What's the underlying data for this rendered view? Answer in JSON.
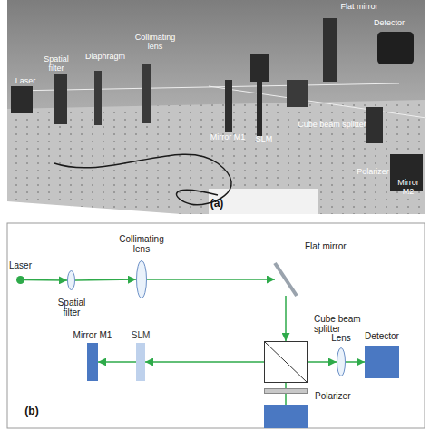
{
  "diagram": {
    "nodes": [
      {
        "text": [
          "Laser"
        ]
      },
      {
        "text": [
          "Spatial filter"
        ]
      },
      {
        "text": [
          "Collimating lens"
        ]
      },
      {
        "text": [
          "Flat mirror"
        ]
      },
      {
        "text": [
          "Cube beam splitter"
        ]
      },
      {
        "text": [
          "SLM"
        ]
      },
      {
        "text": [
          "Mirror M1"
        ]
      },
      {
        "text": [
          "Polarizer"
        ]
      },
      {
        "text": [
          "Lens"
        ]
      },
      {
        "text": [
          "Detector"
        ]
      }
    ],
    "edges": [
      {
        "from": 0,
        "to": 1,
        "arrow": "to"
      },
      {
        "from": 1,
        "to": 2,
        "arrow": "to"
      },
      {
        "from": 2,
        "to": 3,
        "arrow": "to"
      },
      {
        "from": 3,
        "to": 4,
        "arrow": "to"
      },
      {
        "from": 4,
        "to": 5,
        "arrow": "to"
      },
      {
        "from": 5,
        "to": 6,
        "arrow": "to"
      },
      {
        "from": 4,
        "to": 8,
        "arrow": "to"
      },
      {
        "from": 8,
        "to": 9,
        "arrow": "to"
      },
      {
        "from": 4,
        "to": 7,
        "arrow": "none"
      }
    ],
    "labels": [
      "Laser",
      "Spatial filter",
      "Diaphragm",
      "Collimating lens",
      "Flat mirror",
      "Detector",
      "Mirror M1",
      "SLM",
      "Cube beam splitter",
      "Polarizer",
      "Mirror M2",
      "(a)",
      "(b)"
    ]
  }
}
